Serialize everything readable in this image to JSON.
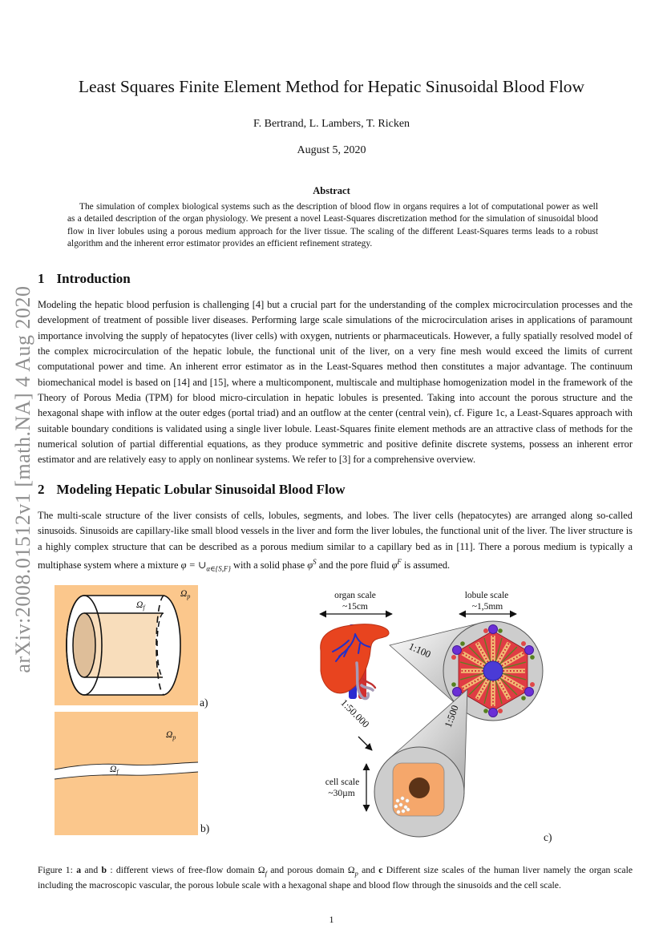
{
  "sidebar": {
    "arxiv_label": "arXiv:2008.01512v1 [math.NA] 4 Aug 2020"
  },
  "header": {
    "title": "Least Squares Finite Element Method for Hepatic Sinusoidal Blood Flow",
    "authors": "F. Bertrand, L. Lambers, T. Ricken",
    "date": "August 5, 2020"
  },
  "abstract": {
    "heading": "Abstract",
    "text": "The simulation of complex biological systems such as the description of blood flow in organs requires a lot of computational power as well as a detailed description of the organ physiology. We present a novel Least-Squares discretization method for the simulation of sinusoidal blood flow in liver lobules using a porous medium approach for the liver tissue. The scaling of the different Least-Squares terms leads to a robust algorithm and the inherent error estimator provides an efficient refinement strategy."
  },
  "section1": {
    "number": "1",
    "title": "Introduction",
    "body": "Modeling the hepatic blood perfusion is challenging [4] but a crucial part for the understanding of the complex microcirculation processes and the development of treatment of possible liver diseases. Performing large scale simulations of the microcirculation arises in applications of paramount importance involving the supply of hepatocytes (liver cells) with oxygen, nutrients or pharmaceuticals. However, a fully spatially resolved model of the complex microcirculation of the hepatic lobule, the functional unit of the liver, on a very fine mesh would exceed the limits of current computational power and time. An inherent error estimator as in the Least-Squares method then constitutes a major advantage. The continuum biomechanical model is based on [14] and [15], where a multicomponent, multiscale and multiphase homogenization model in the framework of the Theory of Porous Media (TPM) for blood micro-circulation in hepatic lobules is presented. Taking into account the porous structure and the hexagonal shape with inflow at the outer edges (portal triad) and an outflow at the center (central vein), cf. Figure 1c, a Least-Squares approach with suitable boundary conditions is validated using a single liver lobule. Least-Squares finite element methods are an attractive class of methods for the numerical solution of partial differential equations, as they produce symmetric and positive definite discrete systems, possess an inherent error estimator and are relatively easy to apply on nonlinear systems. We refer to [3] for a comprehensive overview."
  },
  "section2": {
    "number": "2",
    "title": "Modeling Hepatic Lobular Sinusoidal Blood Flow",
    "p1": "The multi-scale structure of the liver consists of cells, lobules, segments, and lobes. The liver cells (hepatocytes) are arranged along so-called sinusoids. Sinusoids are capillary-like small blood vessels in the liver and form the liver lobules, the functional unit of the liver. The liver structure is a highly complex structure that can be described as a porous medium similar to a capillary bed as in [11]. There a porous medium is typically a multiphase system where a mixture",
    "mixture_lhs": "φ = ∪",
    "mixture_sub": "α∈{S,F}",
    "p2": "with a solid phase",
    "phi": "φ",
    "sup_s": "S",
    "p3": "and the pore fluid",
    "sup_f": "F",
    "p4": "is assumed."
  },
  "figure": {
    "panel_a": {
      "label": "a)",
      "omega": "Ω",
      "sub_p": "p",
      "sub_f": "f"
    },
    "panel_b": {
      "label": "b)",
      "omega": "Ω",
      "sub_p": "p",
      "sub_f": "f"
    },
    "panel_c": {
      "label": "c)",
      "organ_scale": "organ scale",
      "organ_size": "~15cm",
      "lobule_scale": "lobule scale",
      "lobule_size": "~1,5mm",
      "cell_scale": "cell scale",
      "cell_size": "~30µm",
      "ratio_organ_lobule": "1:100",
      "ratio_lobule_cell": "1:500",
      "ratio_organ_cell": "1:50.000"
    },
    "caption": {
      "prefix": "Figure 1:",
      "bold_a": "a",
      "and1": "and",
      "bold_b": "b",
      "colon": ":",
      "text1": "different views of free-flow domain",
      "omega": "Ω",
      "sub_f": "f",
      "text2": "and porous domain",
      "sub_p": "p",
      "and2": "and",
      "bold_c": "c",
      "text3": "Different size scales of the human liver namely the organ scale including the macroscopic vascular, the porous lobule scale with a hexagonal shape and blood flow through the sinusoids and the cell scale."
    }
  },
  "page_number": "1",
  "colors": {
    "porous_orange": "#FBC78C",
    "inner_tube_body": "#F8DDBB",
    "inner_tube_face": "#DEBE99",
    "domain_label_tan": "#D9A366",
    "scale_circle_gray": "#CDCDCD",
    "lobule_red": "#E03C44",
    "central_vein_blue": "#4A3BD6",
    "portal_purple": "#6B2FD6",
    "cell_orange": "#F5A76B",
    "nucleus_brown": "#5C3317",
    "arxiv_gray": "#8F8F8F"
  }
}
